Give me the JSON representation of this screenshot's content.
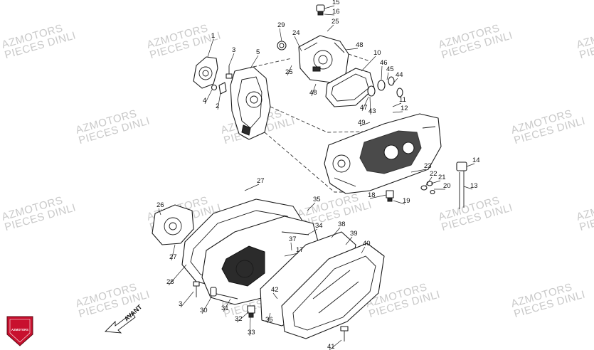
{
  "watermark": {
    "line1": "AZMOTORS",
    "line2": "PIECES DINLI"
  },
  "logo": {
    "text": "AZMOTORS",
    "color": "#c8102e"
  },
  "direction": {
    "label": "AVANT"
  },
  "callouts": [
    "1",
    "2",
    "3",
    "4",
    "5",
    "10",
    "11",
    "12",
    "13",
    "14",
    "15",
    "16",
    "17",
    "18",
    "19",
    "20",
    "21",
    "22",
    "23",
    "24",
    "25",
    "25",
    "26",
    "27",
    "27",
    "28",
    "29",
    "30",
    "31",
    "32",
    "33",
    "34",
    "35",
    "36",
    "37",
    "38",
    "39",
    "40",
    "41",
    "42",
    "43",
    "44",
    "45",
    "46",
    "47",
    "48",
    "48",
    "49",
    "3"
  ]
}
